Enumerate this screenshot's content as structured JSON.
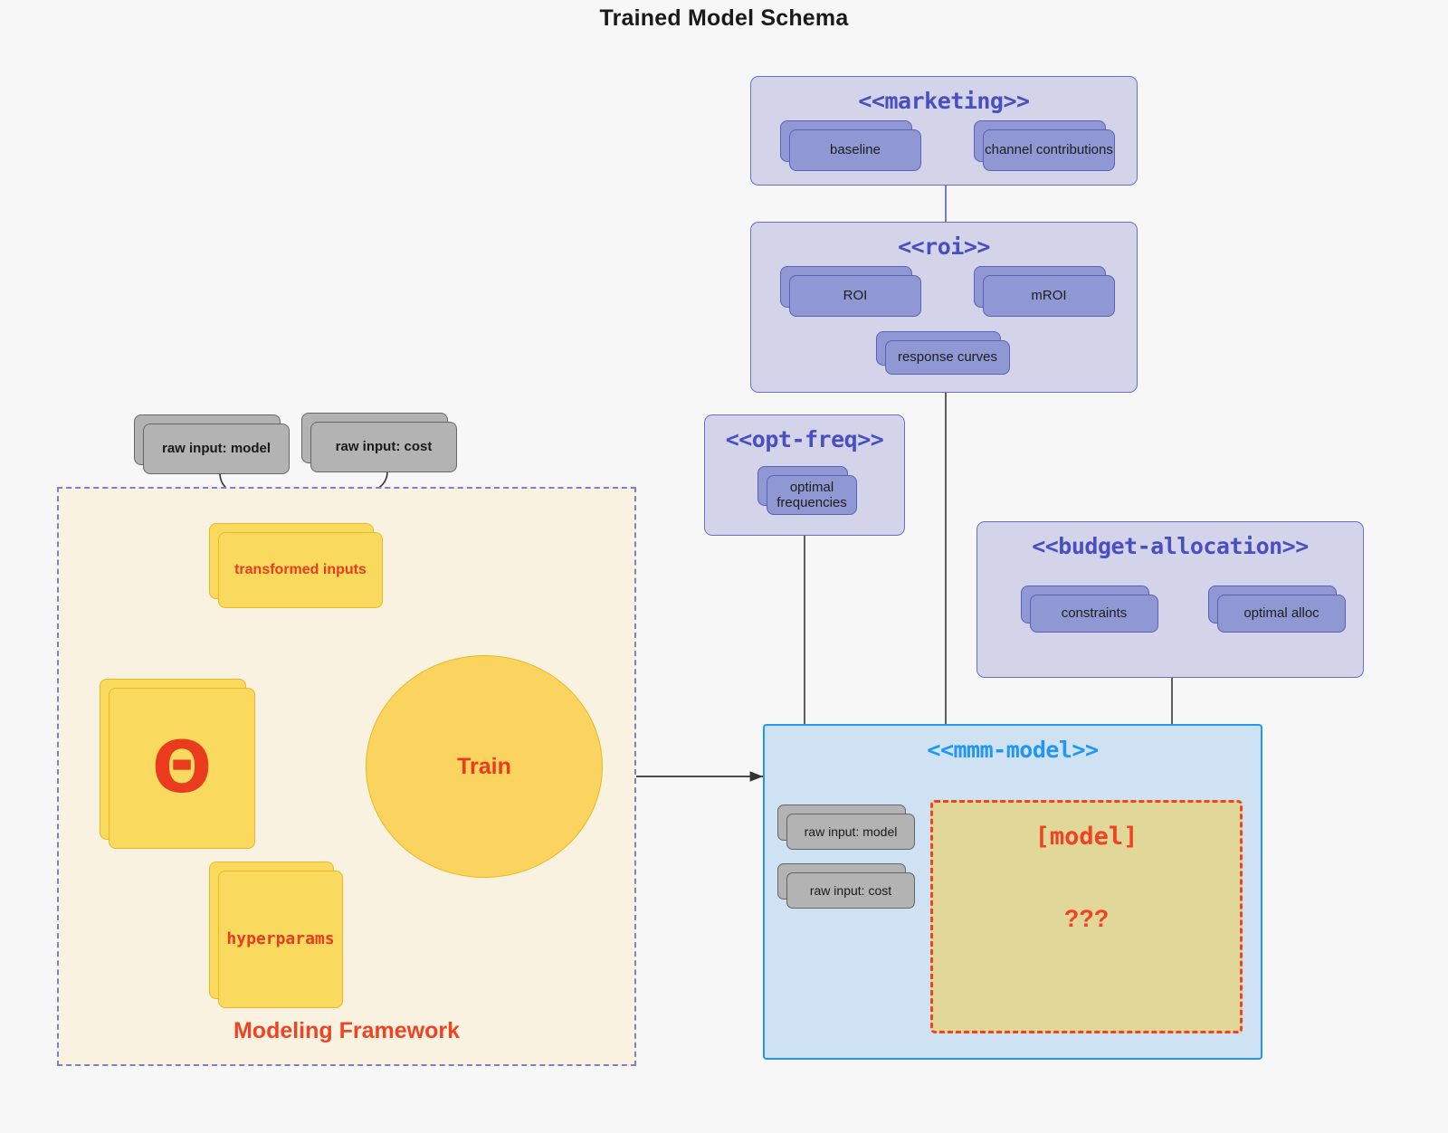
{
  "title": "Trained Model Schema",
  "packages": {
    "marketing": {
      "title": "<<marketing>>",
      "nodes": [
        {
          "label": "baseline"
        },
        {
          "label": "channel contributions"
        }
      ]
    },
    "roi": {
      "title": "<<roi>>",
      "nodes": [
        {
          "label": "ROI"
        },
        {
          "label": "mROI"
        },
        {
          "label": "response curves"
        }
      ]
    },
    "opt_freq": {
      "title": "<<opt-freq>>",
      "nodes": [
        {
          "label": "optimal frequencies"
        }
      ]
    },
    "budget_allocation": {
      "title": "<<budget-allocation>>",
      "nodes": [
        {
          "label": "constraints"
        },
        {
          "label": "optimal alloc"
        }
      ]
    },
    "mmm_model": {
      "title": "<<mmm-model>>",
      "nodes": [
        {
          "label": "raw input: model"
        },
        {
          "label": "raw input: cost"
        }
      ],
      "placeholder": {
        "title": "[model]",
        "unknown": "???"
      }
    }
  },
  "inputs": [
    {
      "label": "raw input: model"
    },
    {
      "label": "raw input: cost"
    }
  ],
  "framework": {
    "label": "Modeling Framework",
    "transformed_inputs": "transformed inputs",
    "theta": "Θ",
    "train": "Train",
    "hyperparams": "hyperparams"
  },
  "colors": {
    "package_fill": "#d3d3ea",
    "package_border": "#6b6fc4",
    "package_title": "#4a4fc0",
    "node_purple_fill": "#9098d4",
    "node_purple_border": "#5b60b8",
    "node_grey_fill": "#b3b3b3",
    "node_grey_border": "#666666",
    "node_yellow_fill": "#fada5e",
    "node_yellow_border": "#e8b923",
    "accent_red": "#ef4423",
    "model_block_fill": "#cfe2f3",
    "model_block_border": "#2196f3",
    "placeholder_fill": "#e0d799",
    "framework_fill": "#faf2e0",
    "framework_border": "#7b80c9",
    "connector": "#4d4d4d",
    "page_background": "#f7f7f7"
  }
}
